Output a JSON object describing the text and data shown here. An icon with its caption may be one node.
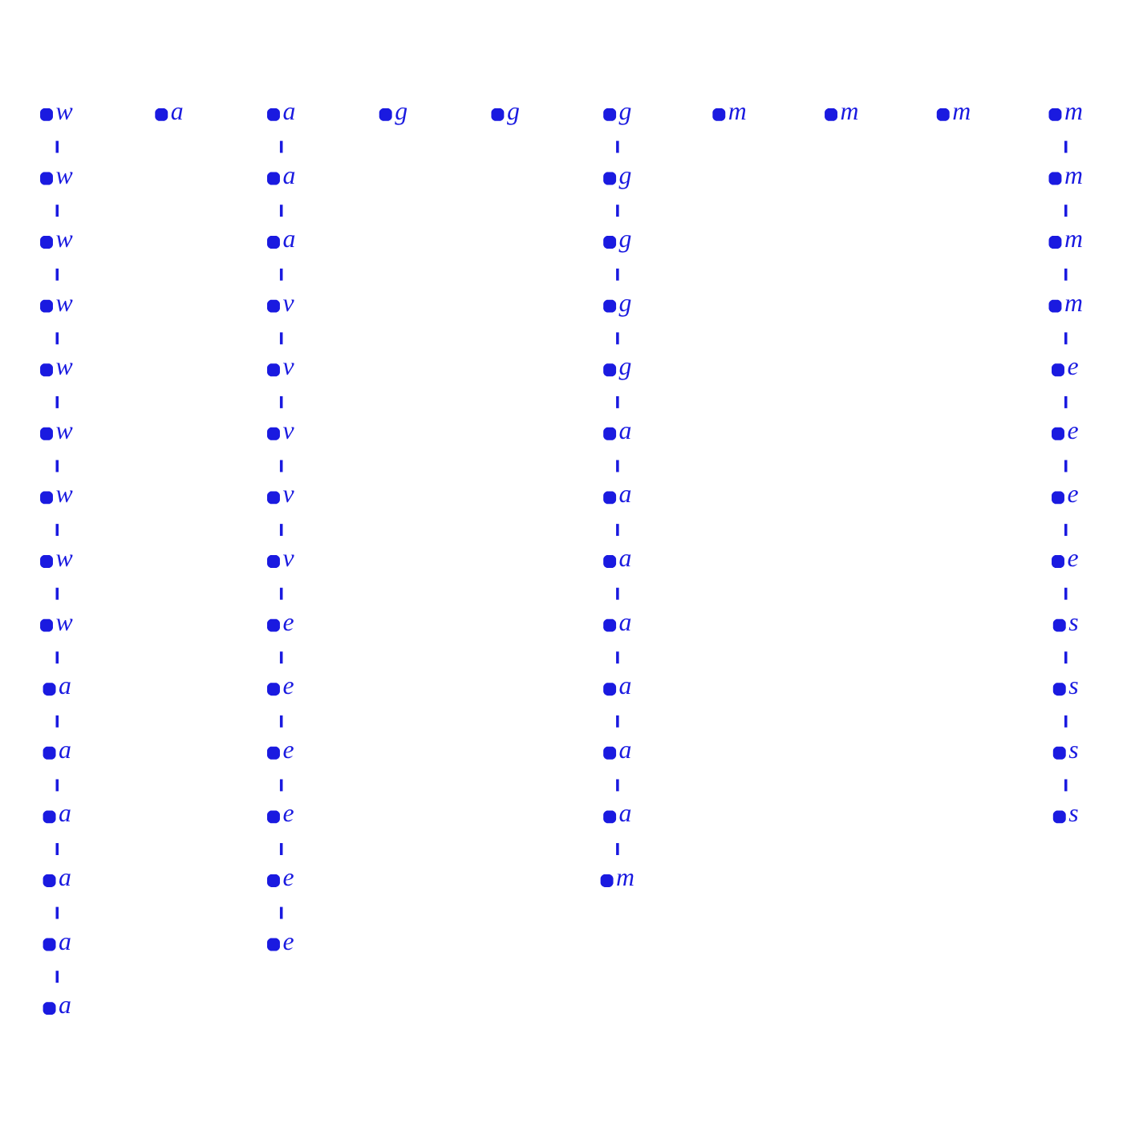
{
  "diagram": {
    "nodes": [
      {
        "text": [
          "w"
        ]
      },
      {
        "text": [
          "w"
        ]
      },
      {
        "text": [
          "w"
        ]
      },
      {
        "text": [
          "w"
        ]
      },
      {
        "text": [
          "w"
        ]
      },
      {
        "text": [
          "w"
        ]
      },
      {
        "text": [
          "w"
        ]
      },
      {
        "text": [
          "w"
        ]
      },
      {
        "text": [
          "w"
        ]
      },
      {
        "text": [
          "a"
        ]
      },
      {
        "text": [
          "a"
        ]
      },
      {
        "text": [
          "a"
        ]
      },
      {
        "text": [
          "a"
        ]
      },
      {
        "text": [
          "a"
        ]
      },
      {
        "text": [
          "a"
        ]
      },
      {
        "text": [
          "a"
        ]
      },
      {
        "text": [
          "a"
        ]
      },
      {
        "text": [
          "a"
        ]
      },
      {
        "text": [
          "a"
        ]
      },
      {
        "text": [
          "v"
        ]
      },
      {
        "text": [
          "v"
        ]
      },
      {
        "text": [
          "v"
        ]
      },
      {
        "text": [
          "v"
        ]
      },
      {
        "text": [
          "v"
        ]
      },
      {
        "text": [
          "e"
        ]
      },
      {
        "text": [
          "e"
        ]
      },
      {
        "text": [
          "e"
        ]
      },
      {
        "text": [
          "e"
        ]
      },
      {
        "text": [
          "e"
        ]
      },
      {
        "text": [
          "e"
        ]
      },
      {
        "text": [
          "g"
        ]
      },
      {
        "text": [
          "g"
        ]
      },
      {
        "text": [
          "g"
        ]
      },
      {
        "text": [
          "g"
        ]
      },
      {
        "text": [
          "g"
        ]
      },
      {
        "text": [
          "g"
        ]
      },
      {
        "text": [
          "g"
        ]
      },
      {
        "text": [
          "a"
        ]
      },
      {
        "text": [
          "a"
        ]
      },
      {
        "text": [
          "a"
        ]
      },
      {
        "text": [
          "a"
        ]
      },
      {
        "text": [
          "a"
        ]
      },
      {
        "text": [
          "a"
        ]
      },
      {
        "text": [
          "a"
        ]
      },
      {
        "text": [
          "m"
        ]
      },
      {
        "text": [
          "m"
        ]
      },
      {
        "text": [
          "m"
        ]
      },
      {
        "text": [
          "m"
        ]
      },
      {
        "text": [
          "m"
        ]
      },
      {
        "text": [
          "m"
        ]
      },
      {
        "text": [
          "m"
        ]
      },
      {
        "text": [
          "m"
        ]
      },
      {
        "text": [
          "e"
        ]
      },
      {
        "text": [
          "e"
        ]
      },
      {
        "text": [
          "e"
        ]
      },
      {
        "text": [
          "e"
        ]
      },
      {
        "text": [
          "s"
        ]
      },
      {
        "text": [
          "s"
        ]
      },
      {
        "text": [
          "s"
        ]
      },
      {
        "text": [
          "s"
        ]
      }
    ],
    "edges": [
      {
        "from": 0,
        "to": 1,
        "arrow": "none"
      },
      {
        "from": 1,
        "to": 2,
        "arrow": "none"
      },
      {
        "from": 2,
        "to": 3,
        "arrow": "none"
      },
      {
        "from": 3,
        "to": 4,
        "arrow": "none"
      },
      {
        "from": 4,
        "to": 5,
        "arrow": "none"
      },
      {
        "from": 5,
        "to": 6,
        "arrow": "none"
      },
      {
        "from": 6,
        "to": 7,
        "arrow": "none"
      },
      {
        "from": 7,
        "to": 8,
        "arrow": "none"
      },
      {
        "from": 8,
        "to": 9,
        "arrow": "none"
      },
      {
        "from": 9,
        "to": 10,
        "arrow": "none"
      },
      {
        "from": 10,
        "to": 11,
        "arrow": "none"
      },
      {
        "from": 11,
        "to": 12,
        "arrow": "none"
      },
      {
        "from": 12,
        "to": 13,
        "arrow": "none"
      },
      {
        "from": 13,
        "to": 14,
        "arrow": "none"
      },
      {
        "from": 16,
        "to": 17,
        "arrow": "none"
      },
      {
        "from": 17,
        "to": 18,
        "arrow": "none"
      },
      {
        "from": 18,
        "to": 19,
        "arrow": "none"
      },
      {
        "from": 19,
        "to": 20,
        "arrow": "none"
      },
      {
        "from": 20,
        "to": 21,
        "arrow": "none"
      },
      {
        "from": 21,
        "to": 22,
        "arrow": "none"
      },
      {
        "from": 22,
        "to": 23,
        "arrow": "none"
      },
      {
        "from": 23,
        "to": 24,
        "arrow": "none"
      },
      {
        "from": 24,
        "to": 25,
        "arrow": "none"
      },
      {
        "from": 25,
        "to": 26,
        "arrow": "none"
      },
      {
        "from": 26,
        "to": 27,
        "arrow": "none"
      },
      {
        "from": 27,
        "to": 28,
        "arrow": "none"
      },
      {
        "from": 28,
        "to": 29,
        "arrow": "none"
      },
      {
        "from": 32,
        "to": 33,
        "arrow": "none"
      },
      {
        "from": 33,
        "to": 34,
        "arrow": "none"
      },
      {
        "from": 34,
        "to": 35,
        "arrow": "none"
      },
      {
        "from": 35,
        "to": 36,
        "arrow": "none"
      },
      {
        "from": 36,
        "to": 37,
        "arrow": "none"
      },
      {
        "from": 37,
        "to": 38,
        "arrow": "none"
      },
      {
        "from": 38,
        "to": 39,
        "arrow": "none"
      },
      {
        "from": 39,
        "to": 40,
        "arrow": "none"
      },
      {
        "from": 40,
        "to": 41,
        "arrow": "none"
      },
      {
        "from": 41,
        "to": 42,
        "arrow": "none"
      },
      {
        "from": 42,
        "to": 43,
        "arrow": "none"
      },
      {
        "from": 43,
        "to": 44,
        "arrow": "none"
      },
      {
        "from": 48,
        "to": 49,
        "arrow": "none"
      },
      {
        "from": 49,
        "to": 50,
        "arrow": "none"
      },
      {
        "from": 50,
        "to": 51,
        "arrow": "none"
      },
      {
        "from": 51,
        "to": 52,
        "arrow": "none"
      },
      {
        "from": 52,
        "to": 53,
        "arrow": "none"
      },
      {
        "from": 53,
        "to": 54,
        "arrow": "none"
      },
      {
        "from": 54,
        "to": 55,
        "arrow": "none"
      },
      {
        "from": 55,
        "to": 56,
        "arrow": "none"
      },
      {
        "from": 56,
        "to": 57,
        "arrow": "none"
      },
      {
        "from": 57,
        "to": 58,
        "arrow": "none"
      },
      {
        "from": 58,
        "to": 59,
        "arrow": "none"
      }
    ]
  }
}
